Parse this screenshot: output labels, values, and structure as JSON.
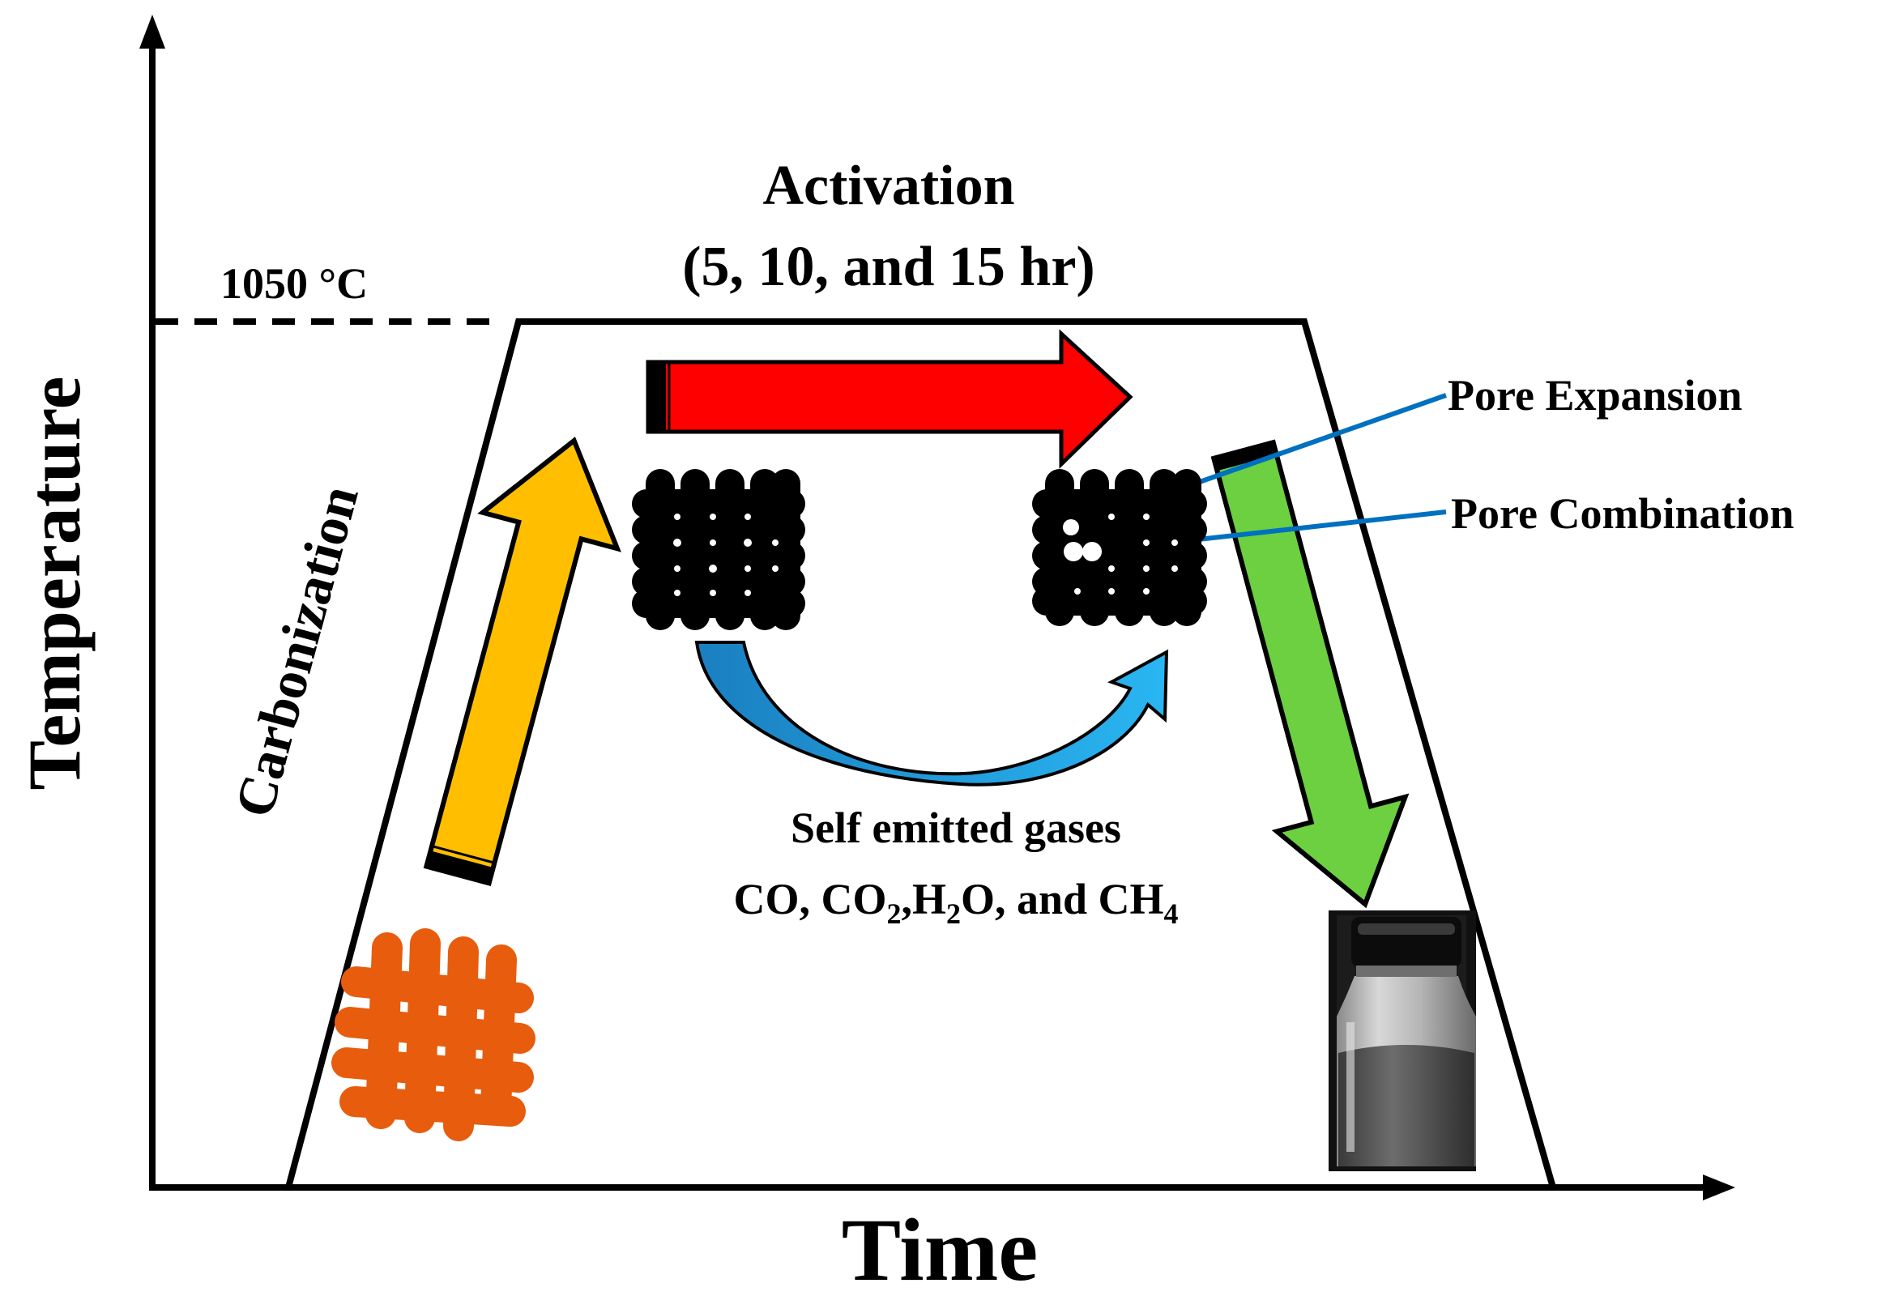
{
  "axes": {
    "x_label": "Time",
    "y_label": "Temperature"
  },
  "temperature_label": "1050 °C",
  "activation": {
    "title": "Activation",
    "duration": "(5, 10, and 15 hr)"
  },
  "carbonization_label": "Carbonization",
  "pore_labels": {
    "expansion": "Pore Expansion",
    "combination": "Pore Combination"
  },
  "gases": {
    "title": "Self emitted gases",
    "line_parts": {
      "p1": "CO, CO",
      "sub1": "2",
      "p2": ",H",
      "sub2": "2",
      "p3": "O, and CH",
      "sub3": "4"
    }
  },
  "colors": {
    "carbonization_arrow": "#FFBF00",
    "activation_arrow": "#FF0000",
    "cooling_arrow": "#6CD040",
    "gas_arrow_left": "#1A7FC0",
    "gas_arrow_right": "#29B6F2",
    "pore_pointer": "#0070C0",
    "precursor": "#E85C0D",
    "carbon": "#000000"
  }
}
